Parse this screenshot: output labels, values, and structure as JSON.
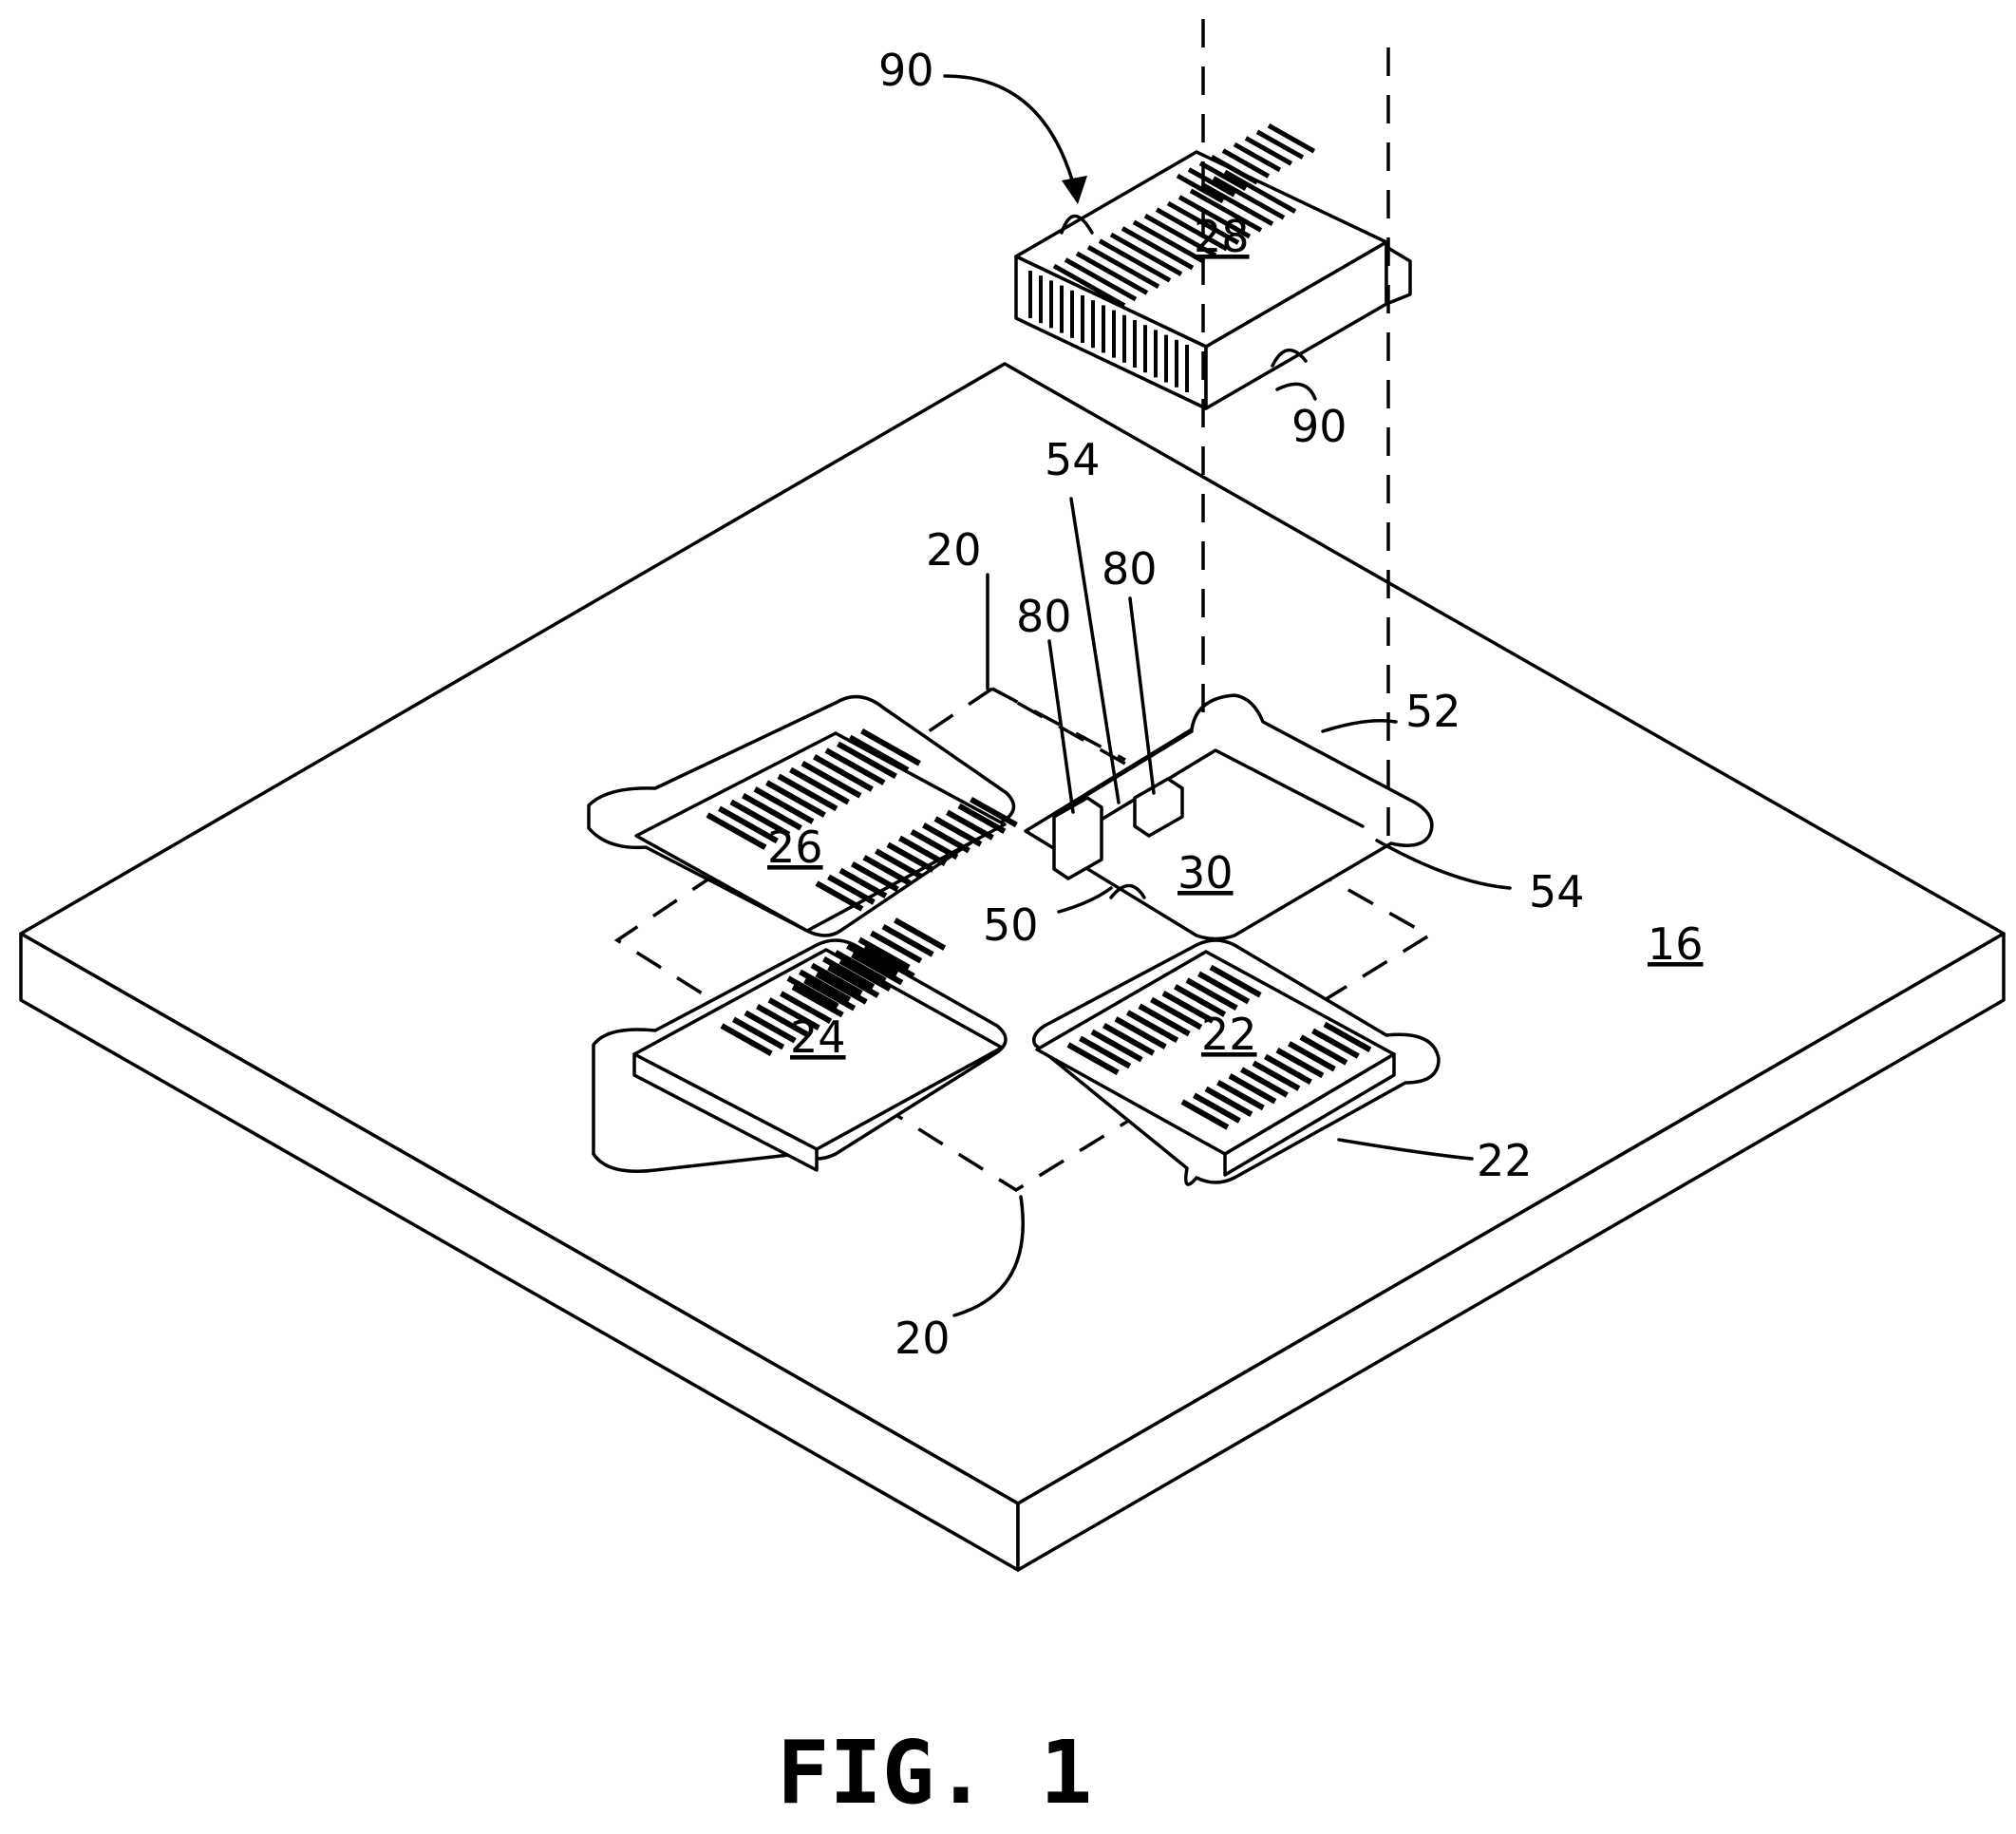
{
  "figure": {
    "caption": "FIG. 1",
    "labels": {
      "board": "16",
      "region_top": "20",
      "region_bottom": "20",
      "connector_right": "22",
      "connector_right_leader": "22",
      "connector_bottom": "24",
      "connector_left": "26",
      "module": "28",
      "socket": "30",
      "recess": "50",
      "pocket": "52",
      "wall_upper": "54",
      "wall_right": "54",
      "key_left": "80",
      "key_right": "80",
      "latch_top": "90",
      "latch_side": "90"
    }
  }
}
